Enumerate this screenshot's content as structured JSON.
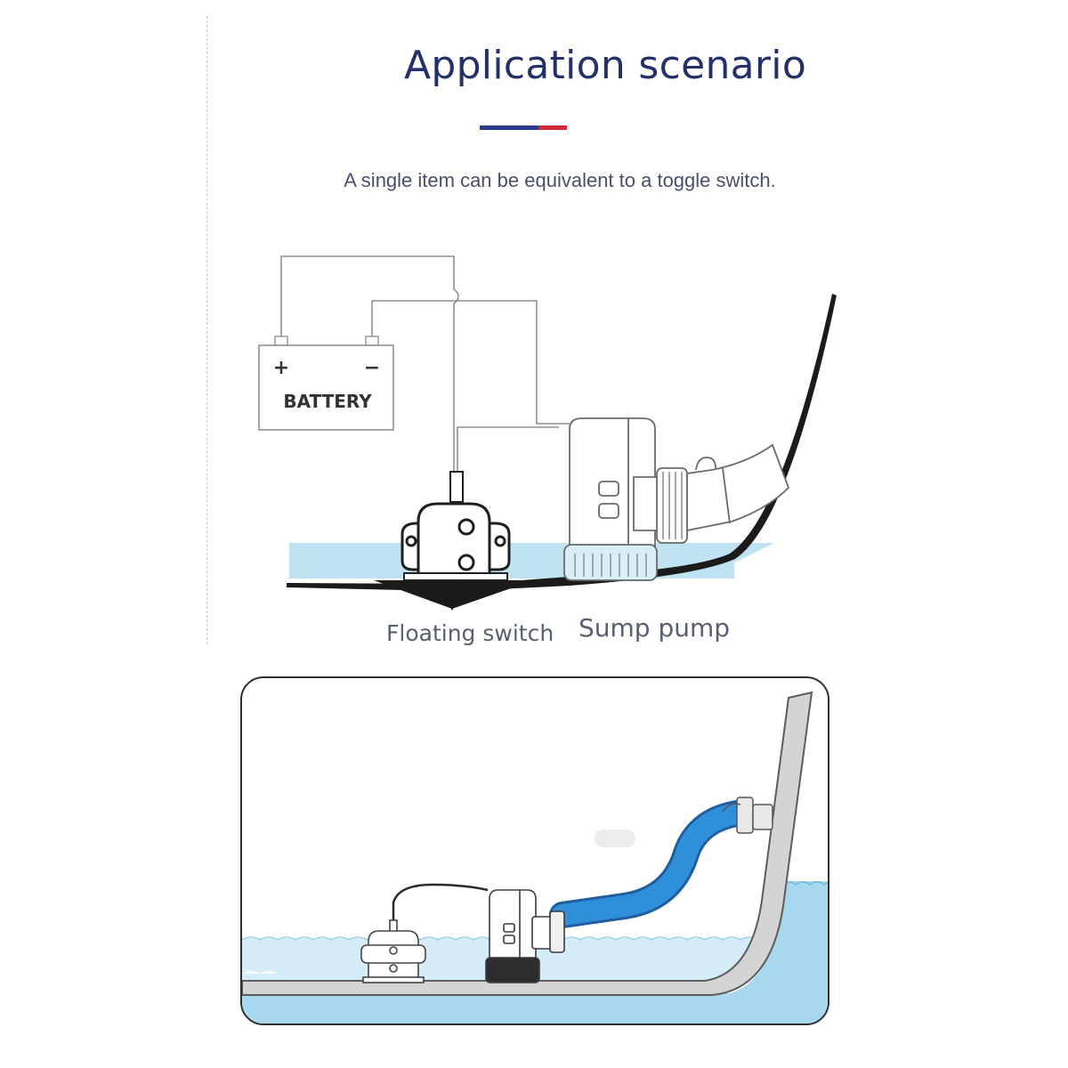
{
  "header": {
    "title": "Application scenario",
    "subtitle": "A single item can be equivalent to a toggle switch."
  },
  "diagram": {
    "battery_label": "BATTERY",
    "battery_plus": "+",
    "battery_minus": "−",
    "labels": {
      "floating_switch": "Floating switch",
      "sump_pump": "Sump pump"
    }
  },
  "colors": {
    "title": "#24306a",
    "accent_blue": "#2a3a8c",
    "accent_red": "#d22a36",
    "water": "#bfe3f1",
    "water_deep": "#a8d8ee",
    "hose": "#2b7ec9",
    "hull_fill": "#d4d4d4"
  }
}
